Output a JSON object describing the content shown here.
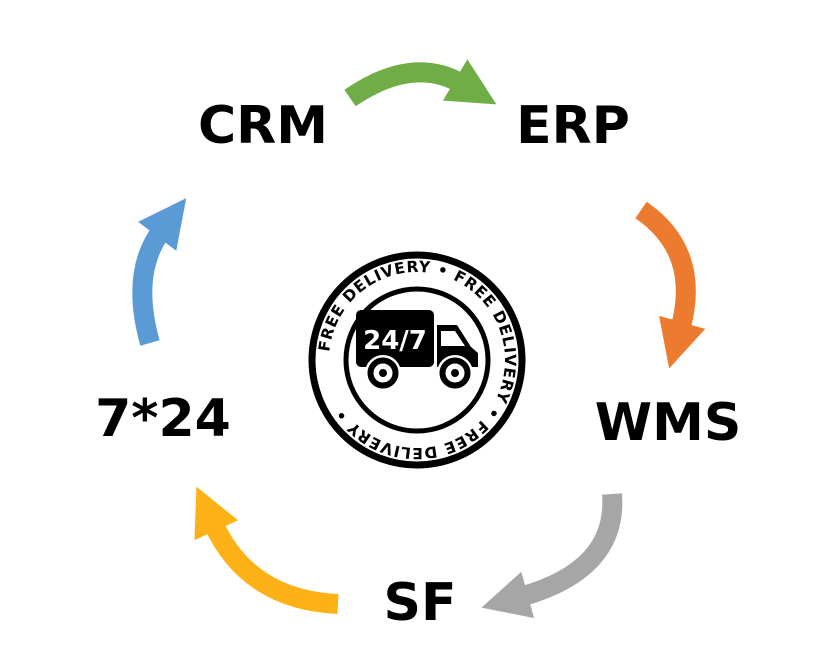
{
  "diagram": {
    "title_hint": "service-cycle-diagram",
    "nodes": {
      "crm": {
        "label": "CRM"
      },
      "erp": {
        "label": "ERP"
      },
      "wms": {
        "label": "WMS"
      },
      "sf": {
        "label": "SF"
      },
      "support": {
        "label": "7*24"
      }
    },
    "arrows": {
      "crm_erp": {
        "from": "CRM",
        "to": "ERP",
        "color": "#70ad47"
      },
      "erp_wms": {
        "from": "ERP",
        "to": "WMS",
        "color": "#ed7b2f"
      },
      "wms_sf": {
        "from": "WMS",
        "to": "SF",
        "color": "#a6a6a6"
      },
      "sf_support": {
        "from": "SF",
        "to": "7*24",
        "color": "#fcb216"
      },
      "support_crm": {
        "from": "7*24",
        "to": "CRM",
        "color": "#5b9bd5"
      }
    },
    "badge": {
      "ring_text": "FREE DELIVERY • FREE DELIVERY • FREE DELIVERY •",
      "truck_label": "24/7",
      "color": "#000000"
    }
  }
}
